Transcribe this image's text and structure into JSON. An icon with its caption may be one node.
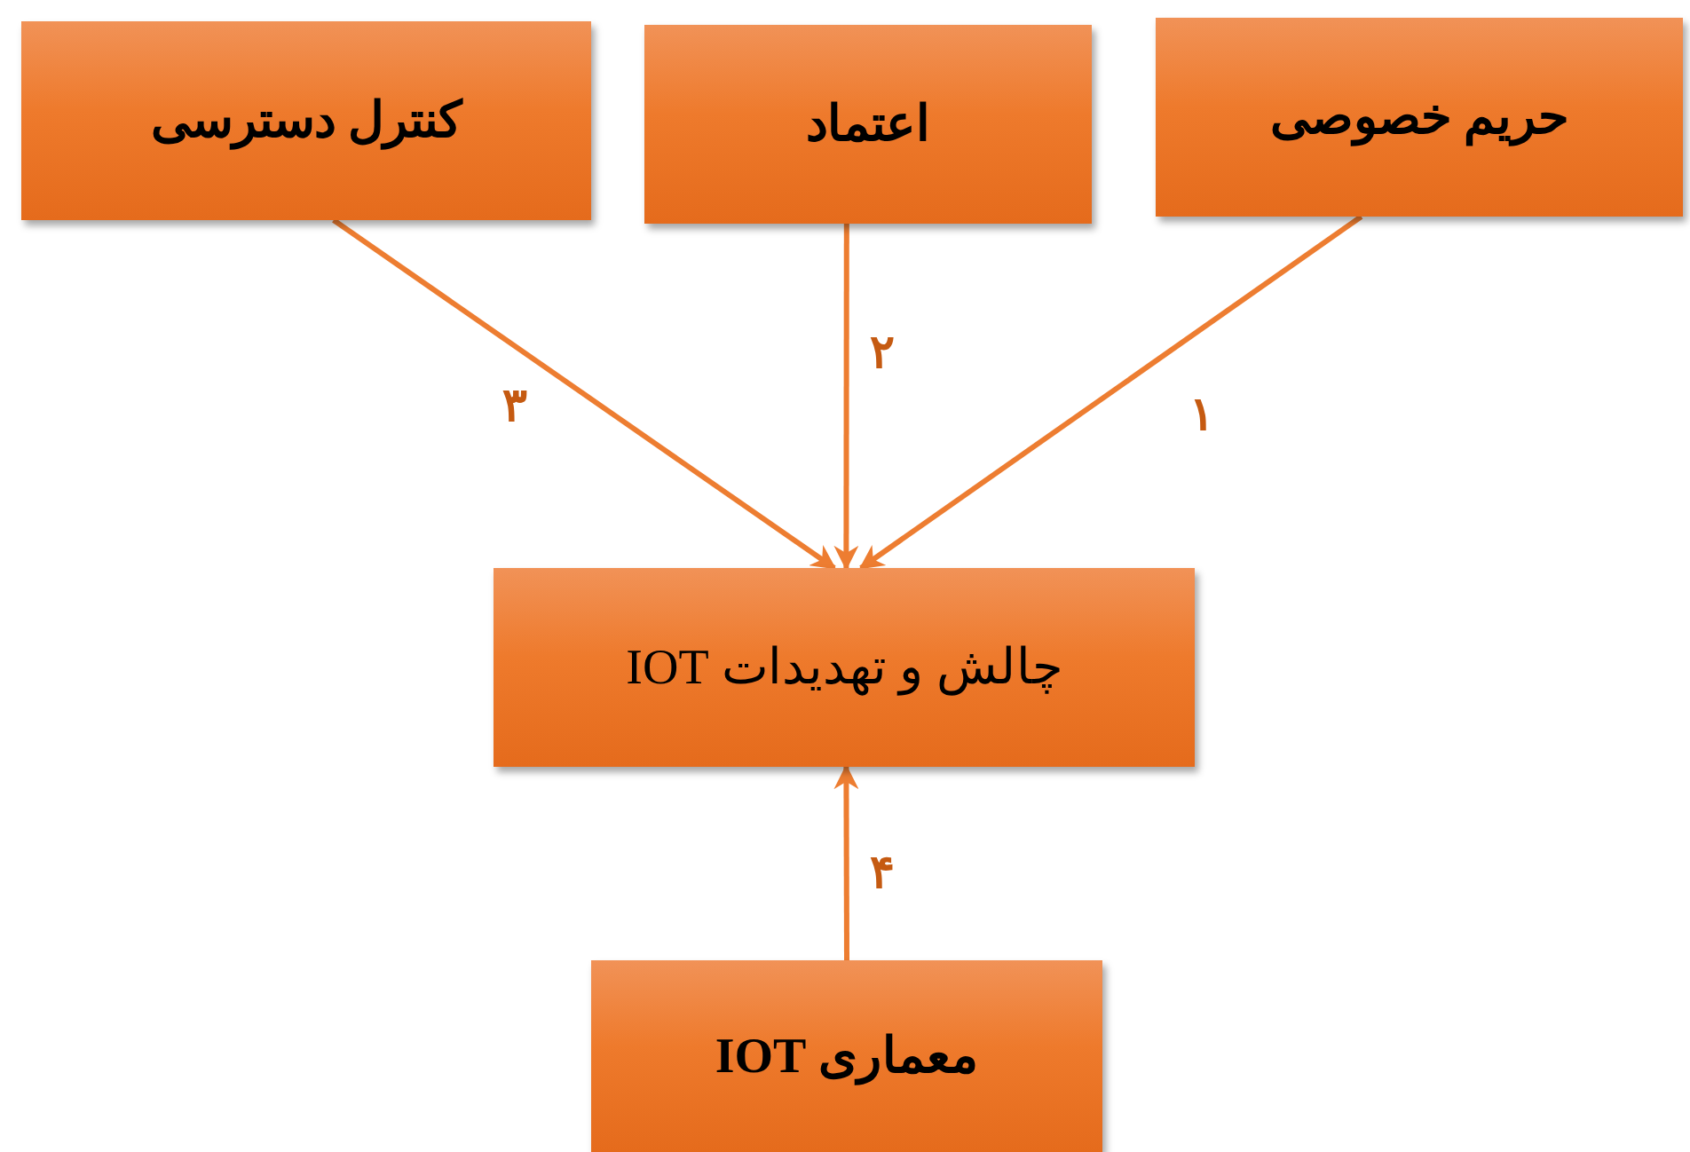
{
  "diagram": {
    "nodes": [
      {
        "text": [
          "کنترل دسترسی"
        ]
      },
      {
        "text": [
          "اعتماد"
        ]
      },
      {
        "text": [
          "حریم خصوصی"
        ]
      },
      {
        "text": [
          "چالش و تهدیدات IOT"
        ]
      },
      {
        "text": [
          "معماری IOT"
        ]
      }
    ],
    "edges": [
      {
        "from": 0,
        "to": 3,
        "arrow": "to",
        "label": "۳"
      },
      {
        "from": 1,
        "to": 3,
        "arrow": "to",
        "label": "۲"
      },
      {
        "from": 2,
        "to": 3,
        "arrow": "to",
        "label": "۱"
      },
      {
        "from": 4,
        "to": 3,
        "arrow": "to",
        "label": "۴"
      }
    ]
  }
}
